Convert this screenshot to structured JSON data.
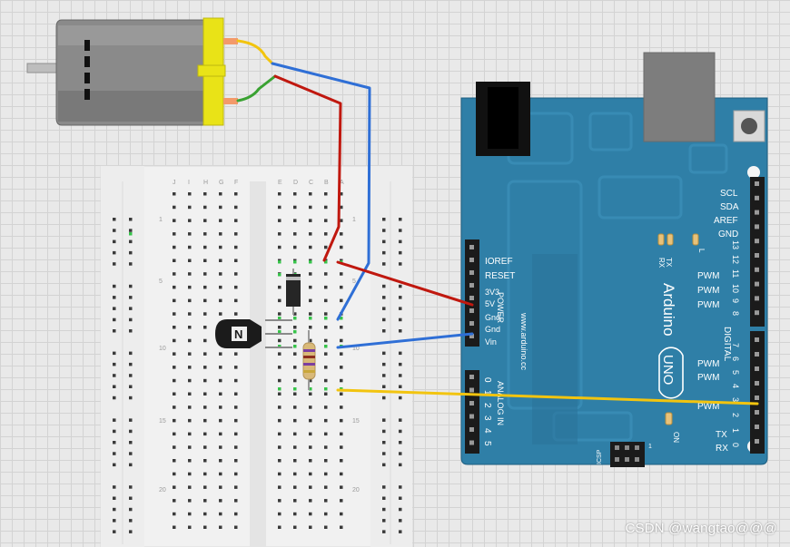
{
  "watermark": "CSDN @wangtao@@@",
  "breadboard": {
    "row_numbers": [
      "1",
      "5",
      "10",
      "15",
      "20"
    ],
    "column_letters_left": [
      "J",
      "I",
      "H",
      "G",
      "F"
    ],
    "column_letters_right": [
      "E",
      "D",
      "C",
      "B",
      "A"
    ]
  },
  "transistor": {
    "label": "N"
  },
  "arduino": {
    "brand": "Arduino",
    "model": "UNO",
    "url": "www.arduino.cc",
    "power_header_label": "POWER",
    "power_pins": [
      "IOREF",
      "RESET",
      "3V3",
      "5V",
      "Gnd",
      "Gnd",
      "Vin"
    ],
    "analog_header_label": "ANALOG IN",
    "analog_pins": [
      "0",
      "1",
      "2",
      "3",
      "4",
      "5"
    ],
    "digital_header_label": "DIGITAL",
    "top_right_labels": [
      "SCL",
      "SDA",
      "AREF",
      "GND"
    ],
    "digital_pin_numbers": [
      "13",
      "12",
      "11",
      "10",
      "9",
      "8",
      "7",
      "6",
      "5",
      "4",
      "3",
      "2",
      "1",
      "0"
    ],
    "pwm_label": "PWM",
    "led_labels": [
      "TX",
      "RX",
      "L"
    ],
    "serial_labels": [
      "TX",
      "RX"
    ],
    "on_label": "ON",
    "icsp_label": "ICSP",
    "icsp_number": "1"
  },
  "colors": {
    "board": "#2f7fa7",
    "wire_red": "#c0180f",
    "wire_blue": "#2f6fd6",
    "wire_yellow": "#f2c40f",
    "wire_green": "#3aa232",
    "motor_cap": "#e9e317"
  }
}
